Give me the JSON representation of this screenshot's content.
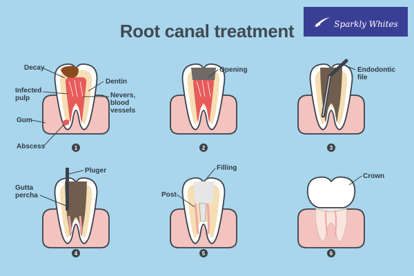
{
  "title": "Root canal treatment",
  "brand": {
    "name": "Sparkly Whites"
  },
  "colors": {
    "background": "#a9d6ec",
    "gum": "#f3c3c0",
    "enamel": "#ffffff",
    "dentin": "#f5deb3",
    "pulp": "#e85b5b",
    "decay": "#8a4a1d",
    "filled_dark": "#6f5e4e",
    "outline": "#3b4148",
    "brand_box": "#3a3f96"
  },
  "steps": [
    {
      "number": "1",
      "labels": {
        "decay": "Decay",
        "infected_line1": "Infected",
        "infected_line2": "pulp",
        "gum": "Gum",
        "abscess": "Abscess",
        "dentin": "Dentin",
        "nerves_line1": "Nevers,",
        "nerves_line2": "blood",
        "nerves_line3": "vessels"
      }
    },
    {
      "number": "2",
      "labels": {
        "opening": "Opening"
      }
    },
    {
      "number": "3",
      "labels": {
        "file_line1": "Endodontic",
        "file_line2": "file"
      }
    },
    {
      "number": "4",
      "labels": {
        "pluger": "Pluger",
        "gutta_line1": "Gutta",
        "gutta_line2": "percha"
      }
    },
    {
      "number": "5",
      "labels": {
        "filling": "Filling",
        "post": "Post"
      }
    },
    {
      "number": "6",
      "labels": {
        "crown": "Crown"
      }
    }
  ]
}
